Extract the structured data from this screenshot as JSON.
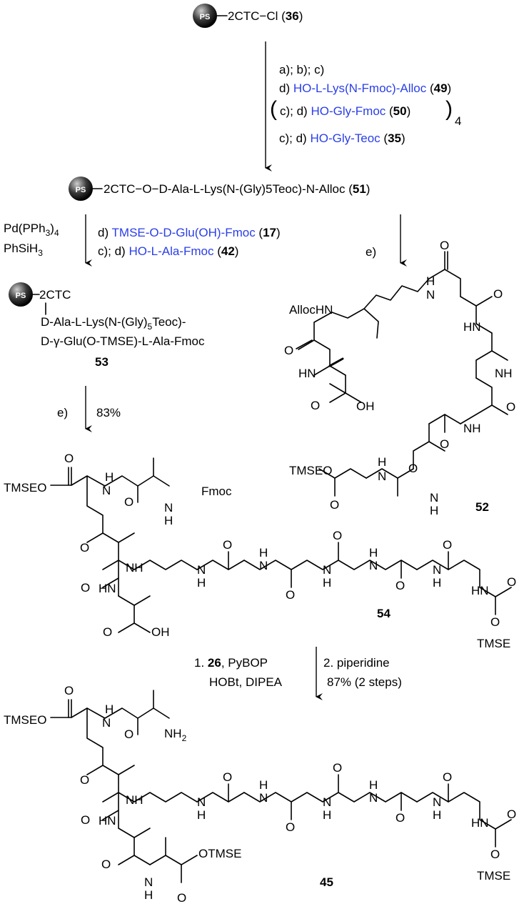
{
  "bead_label": "PS",
  "start": {
    "text": "2CTC−Cl (",
    "num": "36",
    "close": ")"
  },
  "step1": {
    "line1": "a); b); c)",
    "line2_prefix": "d) ",
    "line2_blue": "HO-L-Lys(N-Fmoc)-Alloc",
    "line2_num": "49",
    "line3_prefix": "c); d) ",
    "line3_blue": "HO-Gly-Fmoc",
    "line3_num": "50",
    "repeat": "4",
    "line4_prefix": "c); d) ",
    "line4_blue": "HO-Gly-Teoc",
    "line4_num": "35"
  },
  "intermediate51": {
    "text": "2CTC−O−D-Ala-L-Lys(N-(Gly)5Teoc)-N-Alloc (",
    "num": "51",
    "close": ")"
  },
  "left_branch": {
    "reagent1": "Pd(PPh3)4",
    "reagent2": "PhSiH3",
    "d_prefix": "d) ",
    "d_blue": "TMSE-O-D-Glu(OH)-Fmoc",
    "d_num": "17",
    "cd_prefix": "c); d) ",
    "cd_blue": "HO-L-Ala-Fmoc",
    "cd_num": "42"
  },
  "right_branch": {
    "label": "e)"
  },
  "compound53": {
    "bead_text": "2CTC",
    "line1": "D-Ala-L-Lys(N-(Gly)5Teoc)-",
    "line2": "D-γ-Glu(O-TMSE)-L-Ala-Fmoc",
    "num": "53"
  },
  "compound52": {
    "num": "52",
    "labels": [
      "AllocHN",
      "O",
      "HN",
      "O",
      "OH",
      "H",
      "N",
      "O",
      "HN",
      "O",
      "NH",
      "O",
      "NH",
      "O",
      "TMSEO",
      "O",
      "N",
      "H",
      "N",
      "H",
      "O"
    ]
  },
  "step_e": {
    "label": "e)",
    "yield": "83%"
  },
  "compound54": {
    "num": "54",
    "labels": [
      "TMSEO",
      "Fmoc",
      "OH"
    ]
  },
  "final_step": {
    "line1a": "1. ",
    "line1_num": "26",
    "line1b": ", PyBOP",
    "line2": "HOBt, DIPEA",
    "right1": "2. piperidine",
    "right2": "87% (2 steps)"
  },
  "compound45": {
    "num": "45",
    "labels": [
      "TMSEO",
      "NH2",
      "OTMSE"
    ]
  }
}
